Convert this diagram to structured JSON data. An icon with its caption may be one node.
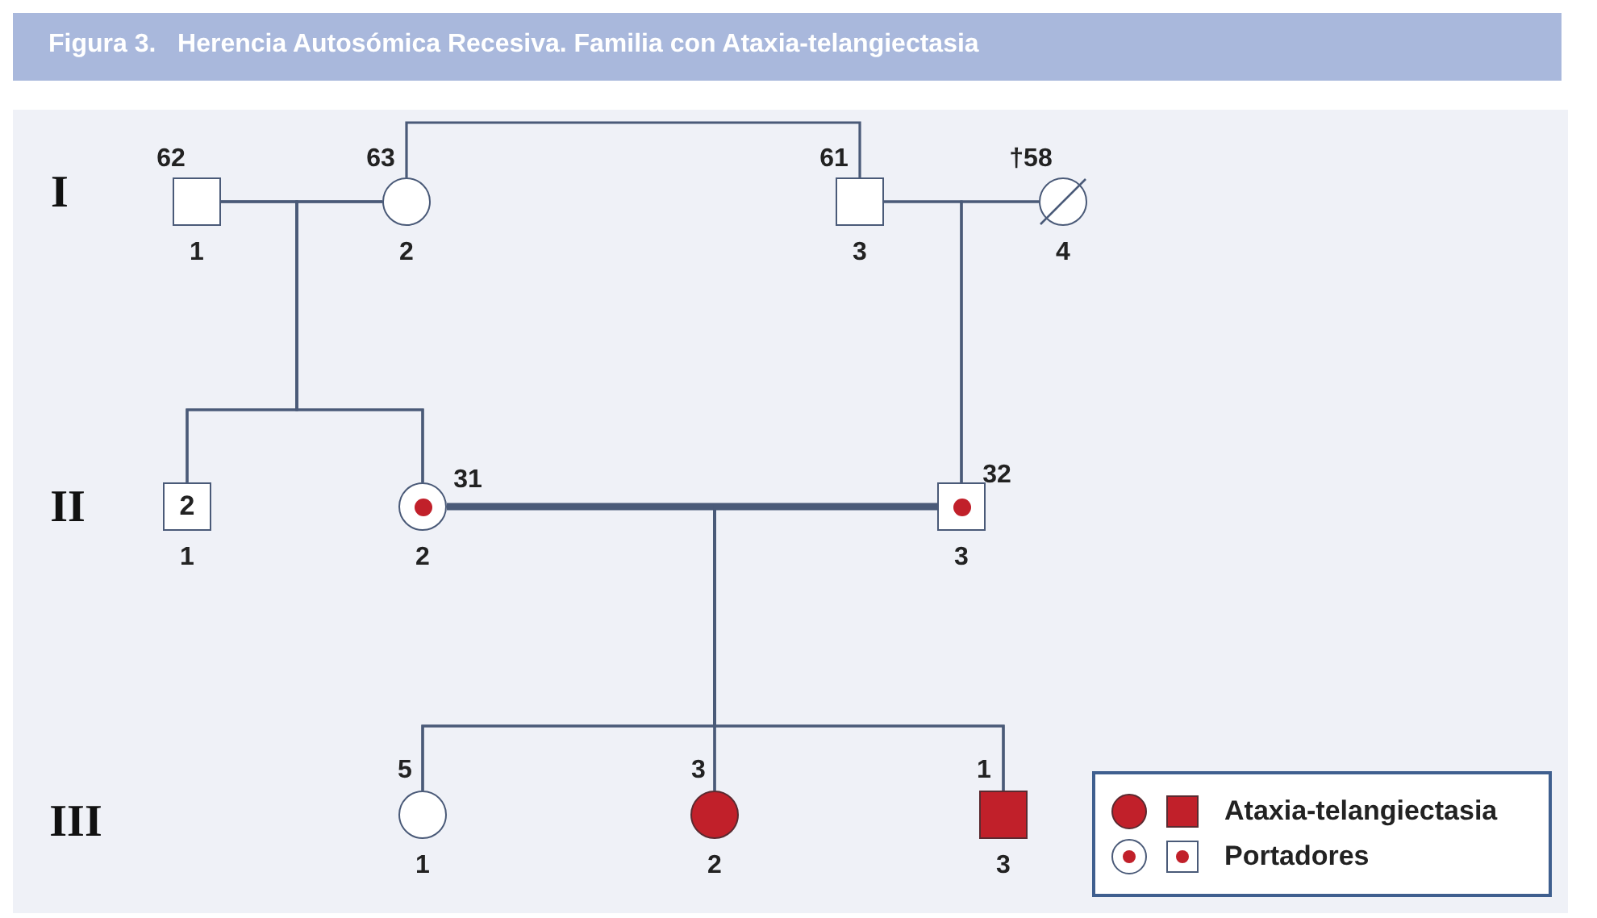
{
  "diagram": {
    "title": "Figura 3.   Herencia Autosómica Recesiva. Familia con Ataxia-telangiectasia",
    "nodes": [
      {
        "text": [],
        "shape": "box",
        "beside": [
          "62",
          "1"
        ]
      },
      {
        "text": [],
        "shape": "circle",
        "beside": [
          "63",
          "2"
        ]
      },
      {
        "text": [],
        "shape": "box",
        "beside": [
          "61",
          "3"
        ]
      },
      {
        "text": [],
        "shape": "circle",
        "beside": [
          "†58",
          "4"
        ]
      },
      {
        "text": [
          "2"
        ],
        "beside": [
          "1"
        ]
      },
      {
        "text": [],
        "shape": "circle",
        "beside": [
          "31",
          "2"
        ]
      },
      {
        "text": [],
        "shape": "box",
        "beside": [
          "32",
          "3"
        ]
      },
      {
        "text": [],
        "shape": "circle",
        "beside": [
          "5",
          "1"
        ]
      },
      {
        "text": [],
        "shape": "circle",
        "beside": [
          "3",
          "2"
        ]
      },
      {
        "text": [],
        "shape": "box",
        "beside": [
          "1",
          "3"
        ]
      }
    ],
    "edges": [
      {
        "from": 0,
        "to": 1,
        "arrow": "none"
      },
      {
        "from": 1,
        "to": 2,
        "arrow": "none"
      },
      {
        "from": 2,
        "to": 3,
        "arrow": "none"
      },
      {
        "from": 0,
        "to": 4,
        "arrow": "none"
      },
      {
        "from": 1,
        "to": 4,
        "arrow": "none"
      },
      {
        "from": 0,
        "to": 5,
        "arrow": "none"
      },
      {
        "from": 1,
        "to": 5,
        "arrow": "none"
      },
      {
        "from": 2,
        "to": 6,
        "arrow": "none"
      },
      {
        "from": 3,
        "to": 6,
        "arrow": "none"
      },
      {
        "from": 5,
        "to": 6,
        "arrow": "none",
        "style": "thick"
      },
      {
        "from": 5,
        "to": 7,
        "arrow": "none"
      },
      {
        "from": 5,
        "to": 8,
        "arrow": "none"
      },
      {
        "from": 5,
        "to": 9,
        "arrow": "none"
      },
      {
        "from": 6,
        "to": 7,
        "arrow": "none"
      },
      {
        "from": 6,
        "to": 8,
        "arrow": "none"
      },
      {
        "from": 6,
        "to": 9,
        "arrow": "none"
      }
    ],
    "labels": [
      "I",
      "II",
      "III"
    ],
    "legend": [
      {
        "text": "Ataxia-telangiectasia"
      },
      {
        "text": "Portadores"
      }
    ]
  }
}
